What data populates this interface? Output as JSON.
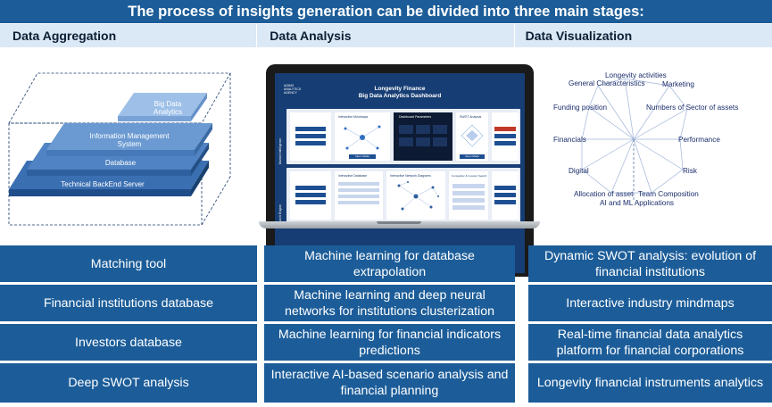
{
  "title": "The process of insights generation can be divided into three main stages:",
  "stages": [
    {
      "label": "Data Aggregation"
    },
    {
      "label": "Data Analysis"
    },
    {
      "label": "Data Visualization"
    }
  ],
  "stack": {
    "layers": [
      "Big Data Analytics",
      "Information Management System",
      "Database",
      "Technical BackEnd Server"
    ]
  },
  "dashboard": {
    "logo": "AGING ANALYTICS AGENCY",
    "title_line1": "Longevity Finance",
    "title_line2": "Big Data Analytics Dashboard",
    "section_top": "Market Intelligence",
    "section_bottom": "Search Engine",
    "panels": [
      "Interactive Mindmaps",
      "Dashboard Parameters",
      "SWOT Analysis",
      "Interactive Database",
      "Interactive Network Diagrams",
      "Competitor & Investor Search"
    ],
    "open_label": "Open Mode"
  },
  "mindmap": {
    "labels": [
      "Longevity activities",
      "Marketing",
      "General Characteristics",
      "Funding position",
      "Numbers of Sector of assets",
      "Financials",
      "Performance",
      "Digital",
      "Risk",
      "Allocation of asset",
      "Team Composition",
      "AI and ML Applications"
    ]
  },
  "rows": [
    [
      "Matching tool",
      "Machine learning for database extrapolation",
      "Dynamic SWOT analysis: evolution of financial institutions"
    ],
    [
      "Financial institutions database",
      "Machine learning and deep neural networks for institutions clusterization",
      "Interactive industry mindmaps"
    ],
    [
      "Investors database",
      "Machine learning for financial indicators predictions",
      "Real-time financial data analytics platform for financial corporations"
    ],
    [
      "Deep SWOT analysis",
      "Interactive AI-based scenario analysis and financial planning",
      "Longevity financial instruments analytics"
    ]
  ],
  "colors": {
    "primary": "#1c5d99",
    "header_bg": "#dbe8f6",
    "stack_dark": "#2b5c9e",
    "stack_light": "#8fb3e0"
  }
}
